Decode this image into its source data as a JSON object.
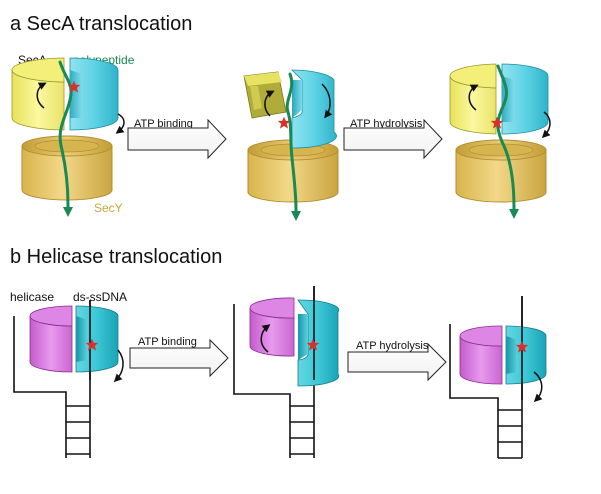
{
  "panel_a": {
    "title": "a SecA translocation",
    "secA_label": "SecA",
    "polypeptide_label": "polypeptide",
    "secY_label": "SecY",
    "step1_label": "ATP binding",
    "step2_label": "ATP hydrolysis"
  },
  "panel_b": {
    "title": "b Helicase translocation",
    "helicase_label": "helicase",
    "dna_label": "ds-ssDNA",
    "step1_label": "ATP binding",
    "step2_label": "ATP hydrolysis"
  },
  "colors": {
    "secA_yellow": "#f2f07a",
    "secA_cyan": "#5fd3e6",
    "secY_gold": "#e3c262",
    "polypeptide_green": "#1a8a55",
    "helicase_magenta": "#d879e0",
    "helicase_cyan": "#3cc7d6",
    "star_red": "#d9302c",
    "secY_label": "#c9a53a"
  }
}
